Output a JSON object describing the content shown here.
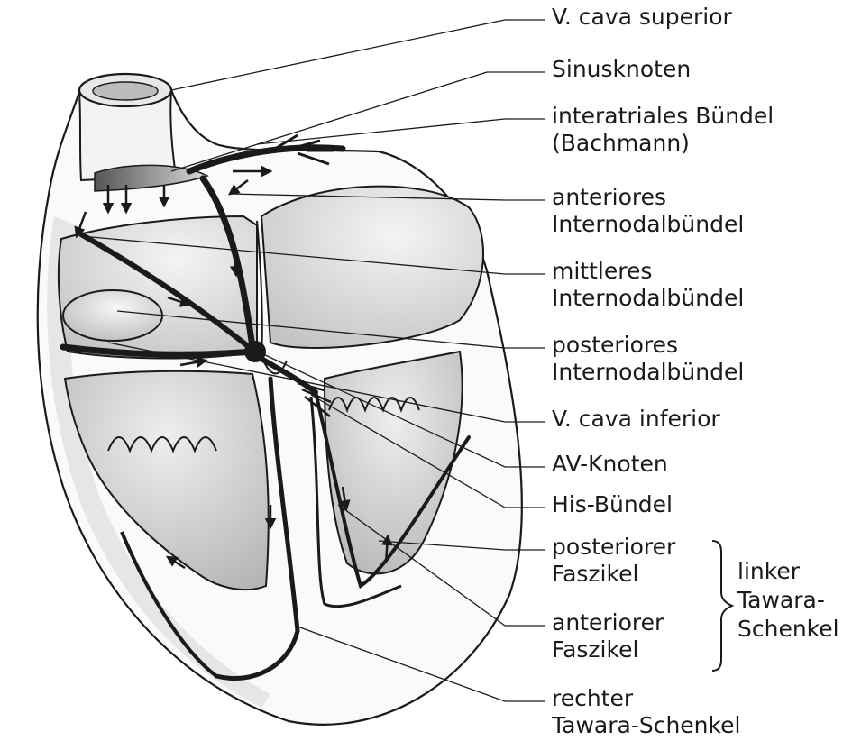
{
  "labels": {
    "vena_cava_superior": "V. cava superior",
    "sinusknoten": "Sinusknoten",
    "interatrial_1": "interatriales Bündel",
    "interatrial_2": "(Bachmann)",
    "anterior_1": "anteriores",
    "anterior_2": "Internodalbündel",
    "mittleres_1": "mittleres",
    "mittleres_2": "Internodalbündel",
    "posterior_1": "posteriores",
    "posterior_2": "Internodalbündel",
    "vena_cava_inferior": "V. cava inferior",
    "av_knoten": "AV-Knoten",
    "his_buendel": "His-Bündel",
    "post_faszikel_1": "posteriorer",
    "post_faszikel_2": "Faszikel",
    "ant_faszikel_1": "anteriorer",
    "ant_faszikel_2": "Faszikel",
    "rechter_1": "rechter",
    "rechter_2": "Tawara-Schenkel"
  },
  "group_label": {
    "line1": "linker",
    "line2": "Tawara-",
    "line3": "Schenkel"
  },
  "colors": {
    "line": "#1a1a1a",
    "fill_light": "#e2e2e2",
    "fill_mid": "#cfcfcf",
    "fill_dark": "#9e9e9e"
  }
}
